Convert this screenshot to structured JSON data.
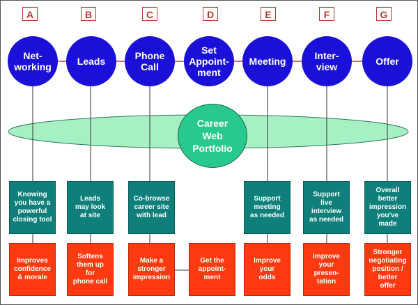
{
  "colors": {
    "circle": "#1a10d8",
    "letter_border": "#b73a2a",
    "ellipse": "#a7f0c4",
    "portfolio": "#27c98e",
    "teal_box": "#0e7f7a",
    "red_box": "#ff3a10",
    "connector": "#c0413a"
  },
  "columns": [
    {
      "letter": "A",
      "stage": "Net-\nworking",
      "support": "Knowing\nyou have a\npowerful\nclosing tool",
      "benefit": "Improves\nconfidence\n& morale"
    },
    {
      "letter": "B",
      "stage": "Leads",
      "support": "Leads\nmay look\nat site",
      "benefit": "Softens\nthem up\nfor\nphone call"
    },
    {
      "letter": "C",
      "stage": "Phone\nCall",
      "support": "Co-browse\ncareer site\nwith lead",
      "benefit": "Make a\nstronger\nimpression"
    },
    {
      "letter": "D",
      "stage": "Set\nAppoint-\nment",
      "support": "",
      "benefit": "Get the\nappoint-\nment"
    },
    {
      "letter": "E",
      "stage": "Meeting",
      "support": "Support\nmeeting\nas needed",
      "benefit": "Improve\nyour\nodds"
    },
    {
      "letter": "F",
      "stage": "Inter-\nview",
      "support": "Support\nlive\ninterview\nas needed",
      "benefit": "Improve\nyour\npresen-\ntation"
    },
    {
      "letter": "G",
      "stage": "Offer",
      "support": "Overall\nbetter\nimpression\nyou've\nmade",
      "benefit": "Stronger\nnegotiating\nposition /\nbetter\noffer"
    }
  ],
  "portfolio": {
    "label": "Career\nWeb\nPortfolio"
  }
}
